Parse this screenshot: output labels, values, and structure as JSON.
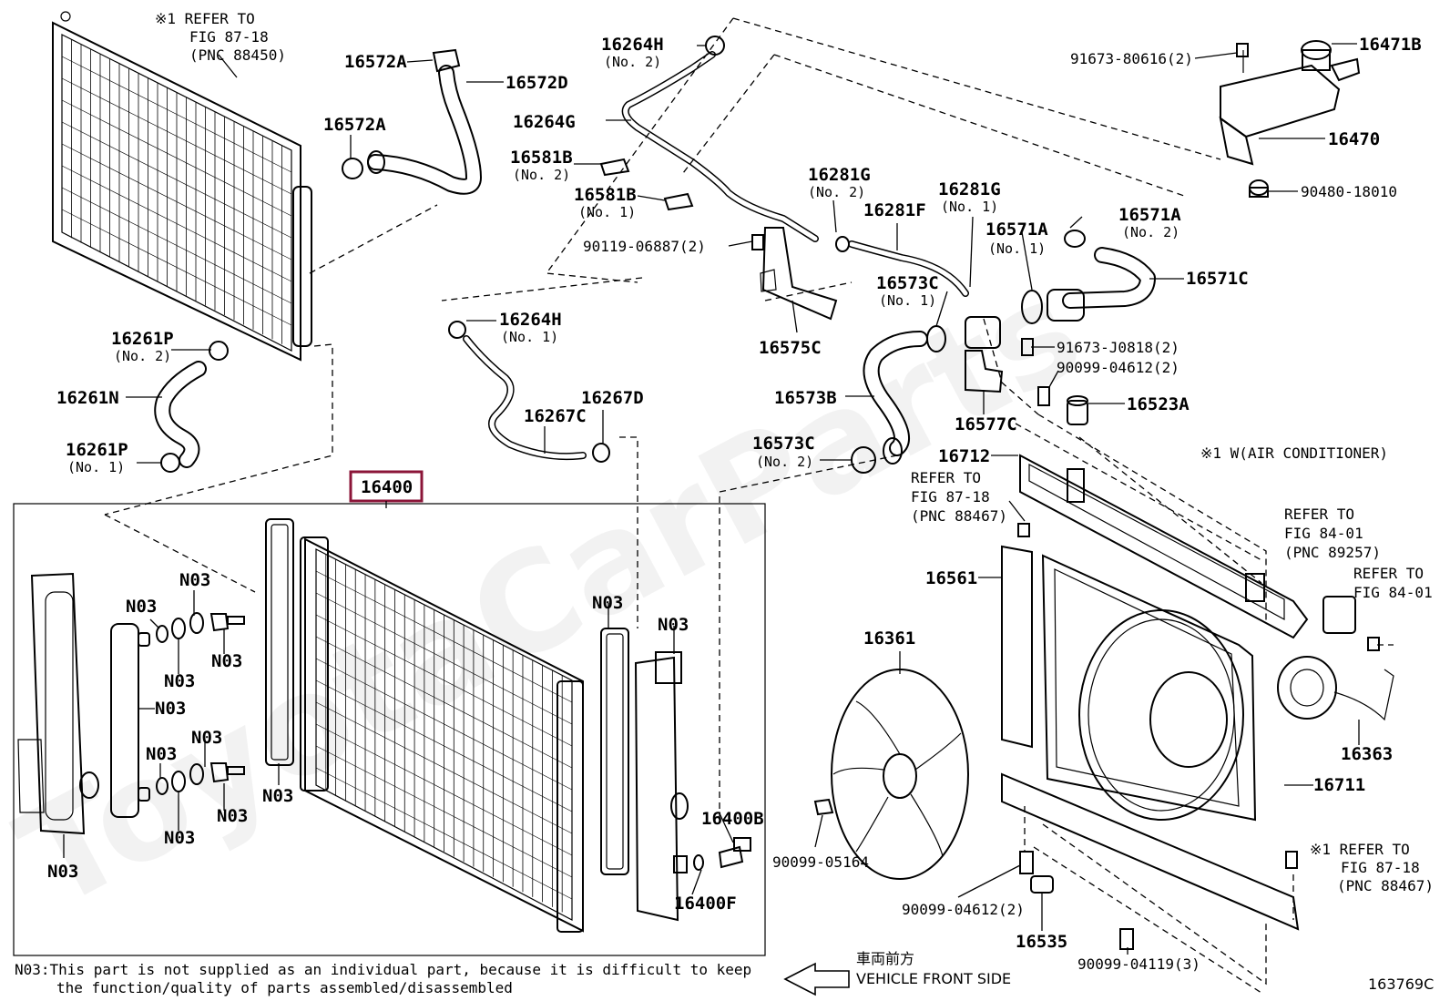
{
  "watermark": "ToyotaCarParts",
  "labels": {
    "p16572A_top": "16572A",
    "p16572D": "16572D",
    "p16572A_mid": "16572A",
    "p16264H_top": "16264H",
    "p16264H_top_no": "(No. 2)",
    "p16264G": "16264G",
    "p16581B_1": "16581B",
    "p16581B_1_no": "(No. 2)",
    "p16581B_2": "16581B",
    "p16581B_2_no": "(No. 1)",
    "p90119": "90119-06887(2)",
    "p16281G_1": "16281G",
    "p16281G_1_no": "(No. 2)",
    "p16281F": "16281F",
    "p16281G_2": "16281G",
    "p16281G_2_no": "(No. 1)",
    "p16575C": "16575C",
    "p91673_806": "91673-80616(2)",
    "p16471B": "16471B",
    "p16470": "16470",
    "p90480": "90480-18010",
    "p16571A_1": "16571A",
    "p16571A_1_no": "(No. 1)",
    "p16571A_2": "16571A",
    "p16571A_2_no": "(No. 2)",
    "p16571C": "16571C",
    "p16573C_1": "16573C",
    "p16573C_1_no": "(No. 1)",
    "p91673_J08": "91673-J0818(2)",
    "p90099_046_top": "90099-04612(2)",
    "p16523A": "16523A",
    "p16577C": "16577C",
    "p16261P_top": "16261P",
    "p16261P_top_no": "(No. 2)",
    "p16261N": "16261N",
    "p16261P_bot": "16261P",
    "p16261P_bot_no": "(No. 1)",
    "p16264H_mid": "16264H",
    "p16264H_mid_no": "(No. 1)",
    "p16267D": "16267D",
    "p16267C": "16267C",
    "p16573B": "16573B",
    "p16573C_2": "16573C",
    "p16573C_2_no": "(No. 2)",
    "p16712": "16712",
    "p16400": "16400",
    "p16561": "16561",
    "p16361": "16361",
    "p16363": "16363",
    "p16711": "16711",
    "p90099_051": "90099-05164",
    "p90099_046_bot": "90099-04612(2)",
    "p16535": "16535",
    "p90099_041": "90099-04119(3)",
    "p16400B": "16400B",
    "p16400F": "16400F",
    "n03": "N03"
  },
  "refs": {
    "ref1_a": "※1 REFER TO",
    "ref1_b": "FIG 87-18",
    "ref1_c": "(PNC 88450)",
    "ref2_a": "REFER TO",
    "ref2_b": "FIG 87-18",
    "ref2_c": "(PNC 88467)",
    "ref3_a": "REFER TO",
    "ref3_b": "FIG 84-01",
    "ref3_c": "(PNC 89257)",
    "ref4_a": "REFER TO",
    "ref4_b": "FIG 84-01",
    "ref5_a": "※1 REFER TO",
    "ref5_b": "FIG 87-18",
    "ref5_c": "(PNC 88467)",
    "aircon": "※1 W(AIR CONDITIONER)"
  },
  "footer": {
    "note_line1": "N03:This part is not supplied as an individual part, because it is difficult to keep",
    "note_line2": "the function/quality of parts assembled/disassembled",
    "front_jp": "車両前方",
    "front_en": "VEHICLE FRONT SIDE",
    "code": "163769C"
  },
  "colors": {
    "highlight": "#8b1538",
    "line": "#000000",
    "background": "#ffffff"
  }
}
